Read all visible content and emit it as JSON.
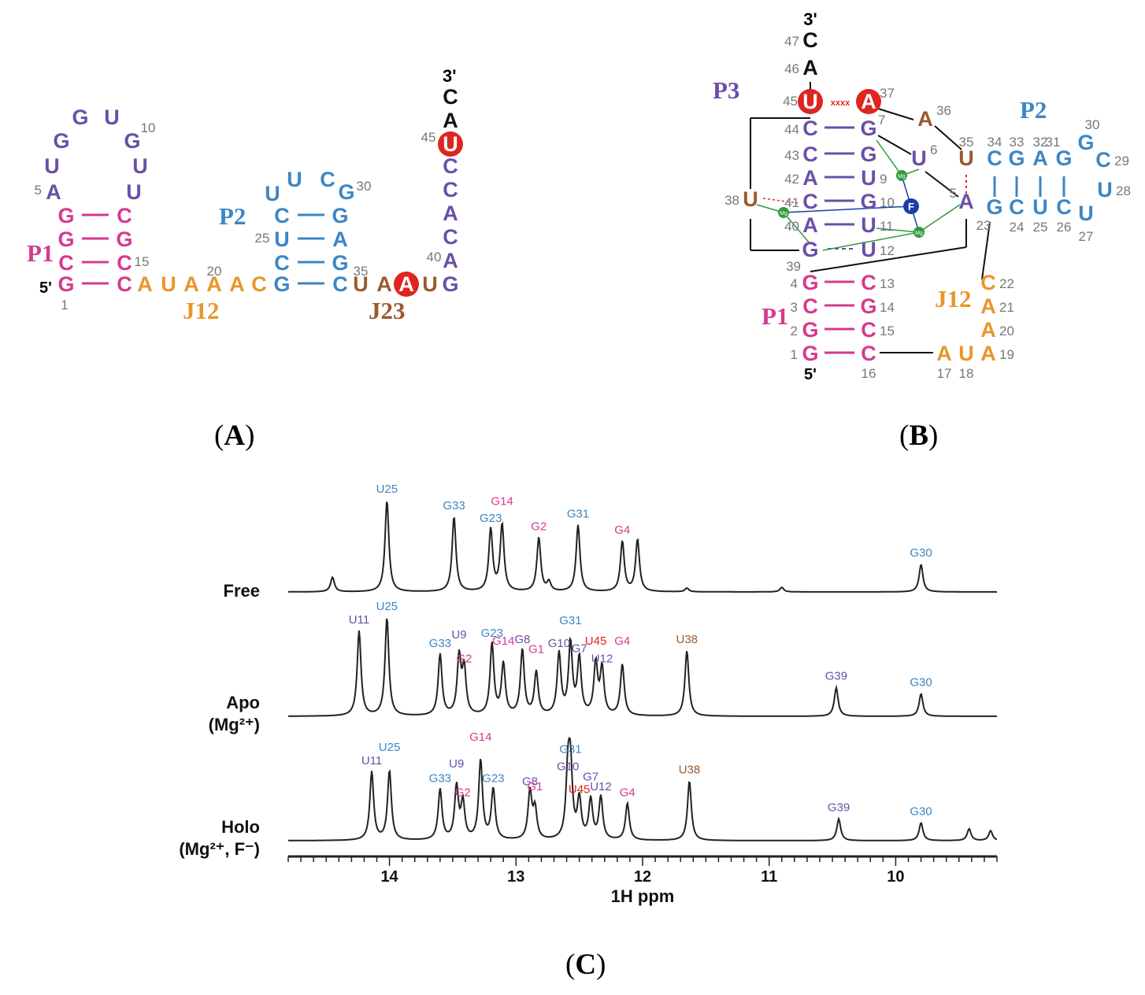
{
  "colors": {
    "p1": "#d6398e",
    "p3": "#6a4fa8",
    "p2": "#3c86c4",
    "j12": "#e8962a",
    "j23": "#9a5a2e",
    "black": "#111111",
    "red": "#e0241f",
    "grey": "#777777",
    "mg": "#2f9a3e",
    "fluoride": "#1a3fa8"
  },
  "panel_labels": {
    "a": "A",
    "b": "B",
    "c": "C"
  },
  "panel_a": {
    "helix_labels": {
      "p1": "P1",
      "p2": "P2",
      "j12": "J12",
      "j23": "J23"
    },
    "end_labels": {
      "five": "5'",
      "three": "3'"
    },
    "nucleotides": [
      {
        "t": "G",
        "c": "p1"
      },
      {
        "t": "C",
        "c": "p1"
      },
      {
        "t": "G",
        "c": "p1"
      },
      {
        "t": "G",
        "c": "p1"
      },
      {
        "t": "A",
        "c": "p3"
      },
      {
        "t": "U",
        "c": "p3"
      },
      {
        "t": "G",
        "c": "p3"
      },
      {
        "t": "G",
        "c": "p3"
      },
      {
        "t": "U",
        "c": "p3"
      },
      {
        "t": "G",
        "c": "p3"
      },
      {
        "t": "U",
        "c": "p3"
      },
      {
        "t": "U",
        "c": "p3"
      },
      {
        "t": "C",
        "c": "p1"
      },
      {
        "t": "G",
        "c": "p1"
      },
      {
        "t": "C",
        "c": "p1"
      },
      {
        "t": "C",
        "c": "p1"
      },
      {
        "t": "A",
        "c": "j12"
      },
      {
        "t": "U",
        "c": "j12"
      },
      {
        "t": "A",
        "c": "j12"
      },
      {
        "t": "A",
        "c": "j12"
      },
      {
        "t": "A",
        "c": "j12"
      },
      {
        "t": "C",
        "c": "j12"
      },
      {
        "t": "G",
        "c": "p2"
      },
      {
        "t": "C",
        "c": "p2"
      },
      {
        "t": "U",
        "c": "p2"
      },
      {
        "t": "C",
        "c": "p2"
      },
      {
        "t": "U",
        "c": "p2"
      },
      {
        "t": "U",
        "c": "p2"
      },
      {
        "t": "C",
        "c": "p2"
      },
      {
        "t": "G",
        "c": "p2"
      },
      {
        "t": "G",
        "c": "p2"
      },
      {
        "t": "A",
        "c": "p2"
      },
      {
        "t": "G",
        "c": "p2"
      },
      {
        "t": "C",
        "c": "p2"
      },
      {
        "t": "U",
        "c": "j23"
      },
      {
        "t": "A",
        "c": "j23"
      },
      {
        "t": "A",
        "c": "circle"
      },
      {
        "t": "U",
        "c": "j23"
      },
      {
        "t": "G",
        "c": "p3"
      },
      {
        "t": "A",
        "c": "p3"
      },
      {
        "t": "C",
        "c": "p3"
      },
      {
        "t": "A",
        "c": "p3"
      },
      {
        "t": "C",
        "c": "p3"
      },
      {
        "t": "C",
        "c": "p3"
      },
      {
        "t": "U",
        "c": "circle"
      },
      {
        "t": "A",
        "c": "black"
      },
      {
        "t": "C",
        "c": "black"
      }
    ],
    "numbers": [
      "1",
      "5",
      "10",
      "15",
      "20",
      "25",
      "30",
      "35",
      "40",
      "45"
    ]
  },
  "panel_b": {
    "helix_labels": {
      "p1": "P1",
      "p2": "P2",
      "p3": "P3",
      "j12": "J12"
    },
    "end_labels": {
      "five": "5'",
      "three": "3'"
    },
    "fluoride_label": "F",
    "mg_label": "Mg",
    "nucleotides": [
      {
        "t": "G",
        "c": "p1",
        "n": "1"
      },
      {
        "t": "G",
        "c": "p1",
        "n": "2"
      },
      {
        "t": "C",
        "c": "p1",
        "n": "3"
      },
      {
        "t": "G",
        "c": "p1",
        "n": "4"
      },
      {
        "t": "A",
        "c": "p3",
        "n": "5"
      },
      {
        "t": "U",
        "c": "p3",
        "n": "6"
      },
      {
        "t": "G",
        "c": "p3",
        "n": "7"
      },
      {
        "t": "G",
        "c": "p3",
        "n": ""
      },
      {
        "t": "U",
        "c": "p3",
        "n": "9"
      },
      {
        "t": "G",
        "c": "p3",
        "n": "10"
      },
      {
        "t": "U",
        "c": "p3",
        "n": "11"
      },
      {
        "t": "U",
        "c": "p3",
        "n": "12"
      },
      {
        "t": "C",
        "c": "p1",
        "n": "13"
      },
      {
        "t": "G",
        "c": "p1",
        "n": "14"
      },
      {
        "t": "C",
        "c": "p1",
        "n": "15"
      },
      {
        "t": "C",
        "c": "p1",
        "n": "16"
      },
      {
        "t": "A",
        "c": "j12",
        "n": "17"
      },
      {
        "t": "U",
        "c": "j12",
        "n": "18"
      },
      {
        "t": "A",
        "c": "j12",
        "n": "19"
      },
      {
        "t": "A",
        "c": "j12",
        "n": "20"
      },
      {
        "t": "A",
        "c": "j12",
        "n": "21"
      },
      {
        "t": "C",
        "c": "j12",
        "n": "22"
      },
      {
        "t": "G",
        "c": "p2",
        "n": "23"
      },
      {
        "t": "C",
        "c": "p2",
        "n": "24"
      },
      {
        "t": "U",
        "c": "p2",
        "n": "25"
      },
      {
        "t": "C",
        "c": "p2",
        "n": "26"
      },
      {
        "t": "U",
        "c": "p2",
        "n": "27"
      },
      {
        "t": "U",
        "c": "p2",
        "n": "28"
      },
      {
        "t": "C",
        "c": "p2",
        "n": "29"
      },
      {
        "t": "G",
        "c": "p2",
        "n": "30"
      },
      {
        "t": "G",
        "c": "p2",
        "n": "31"
      },
      {
        "t": "A",
        "c": "p2",
        "n": "32"
      },
      {
        "t": "G",
        "c": "p2",
        "n": "33"
      },
      {
        "t": "C",
        "c": "p2",
        "n": "34"
      },
      {
        "t": "U",
        "c": "j23",
        "n": "35"
      },
      {
        "t": "A",
        "c": "j23",
        "n": "36"
      },
      {
        "t": "A",
        "c": "circle",
        "n": "37"
      },
      {
        "t": "U",
        "c": "j23",
        "n": "38"
      },
      {
        "t": "G",
        "c": "p3",
        "n": "39"
      },
      {
        "t": "A",
        "c": "p3",
        "n": "40"
      },
      {
        "t": "C",
        "c": "p3",
        "n": "41"
      },
      {
        "t": "A",
        "c": "p3",
        "n": "42"
      },
      {
        "t": "C",
        "c": "p3",
        "n": "43"
      },
      {
        "t": "C",
        "c": "p3",
        "n": "44"
      },
      {
        "t": "U",
        "c": "circle",
        "n": "45"
      },
      {
        "t": "A",
        "c": "black",
        "n": "46"
      },
      {
        "t": "C",
        "c": "black",
        "n": "47"
      }
    ]
  },
  "chart_data": {
    "type": "line",
    "xlabel": "1H ppm",
    "xlim": [
      14.8,
      9.2
    ],
    "x_reversed": true,
    "x_ticks": [
      14,
      13,
      12,
      11,
      10
    ],
    "tick_labels": [
      "14",
      "13",
      "12",
      "11",
      "10"
    ],
    "series": [
      {
        "name": "Free",
        "peaks": [
          {
            "ppm": 14.45,
            "h": 0.16,
            "label": ""
          },
          {
            "ppm": 14.02,
            "h": 1.0,
            "label": "U25",
            "c": "p2"
          },
          {
            "ppm": 13.49,
            "h": 0.82,
            "label": "G33",
            "c": "p2"
          },
          {
            "ppm": 13.2,
            "h": 0.68,
            "label": "G23",
            "c": "p2"
          },
          {
            "ppm": 13.11,
            "h": 0.73,
            "label": "G14",
            "c": "p1"
          },
          {
            "ppm": 12.82,
            "h": 0.59,
            "label": "G2",
            "c": "p1"
          },
          {
            "ppm": 12.74,
            "h": 0.1,
            "label": ""
          },
          {
            "ppm": 12.51,
            "h": 0.73,
            "label": "G31",
            "c": "p2"
          },
          {
            "ppm": 12.16,
            "h": 0.55,
            "label": "G4",
            "c": "p1"
          },
          {
            "ppm": 12.04,
            "h": 0.57,
            "label": ""
          },
          {
            "ppm": 11.65,
            "h": 0.04,
            "label": ""
          },
          {
            "ppm": 10.9,
            "h": 0.05,
            "label": ""
          },
          {
            "ppm": 9.8,
            "h": 0.3,
            "label": "G30",
            "c": "p2"
          }
        ]
      },
      {
        "name": "Apo",
        "name2": "(Mg²⁺)",
        "peaks": [
          {
            "ppm": 14.24,
            "h": 0.83,
            "label": "U11",
            "c": "p3"
          },
          {
            "ppm": 14.02,
            "h": 0.96,
            "label": "U25",
            "c": "p2"
          },
          {
            "ppm": 13.6,
            "h": 0.6,
            "label": "G33",
            "c": "p2"
          },
          {
            "ppm": 13.45,
            "h": 0.56,
            "label": "U9",
            "c": "p3"
          },
          {
            "ppm": 13.41,
            "h": 0.45,
            "label": "G2",
            "c": "p1"
          },
          {
            "ppm": 13.19,
            "h": 0.7,
            "label": "G23",
            "c": "p2"
          },
          {
            "ppm": 13.1,
            "h": 0.5,
            "label": "G14",
            "c": "p1"
          },
          {
            "ppm": 12.95,
            "h": 0.64,
            "label": "G8",
            "c": "p3"
          },
          {
            "ppm": 12.84,
            "h": 0.42,
            "label": "G1",
            "c": "p1"
          },
          {
            "ppm": 12.66,
            "h": 0.6,
            "label": "G10",
            "c": "p3"
          },
          {
            "ppm": 12.57,
            "h": 0.7,
            "label": "G31",
            "c": "p2"
          },
          {
            "ppm": 12.5,
            "h": 0.55,
            "label": "G7",
            "c": "p3"
          },
          {
            "ppm": 12.37,
            "h": 0.5,
            "label": "U45",
            "c": "red"
          },
          {
            "ppm": 12.32,
            "h": 0.45,
            "label": "U12",
            "c": "p3"
          },
          {
            "ppm": 12.16,
            "h": 0.5,
            "label": "G4",
            "c": "p1"
          },
          {
            "ppm": 11.65,
            "h": 0.64,
            "label": "U38",
            "c": "j23"
          },
          {
            "ppm": 10.47,
            "h": 0.28,
            "label": "G39",
            "c": "p3"
          },
          {
            "ppm": 9.8,
            "h": 0.22,
            "label": "G30",
            "c": "p2"
          }
        ]
      },
      {
        "name": "Holo",
        "name2": "(Mg²⁺, F⁻)",
        "peaks": [
          {
            "ppm": 14.14,
            "h": 0.69,
            "label": "U11",
            "c": "p3"
          },
          {
            "ppm": 14.0,
            "h": 0.7,
            "label": "U25",
            "c": "p2"
          },
          {
            "ppm": 13.6,
            "h": 0.51,
            "label": "G33",
            "c": "p2"
          },
          {
            "ppm": 13.47,
            "h": 0.53,
            "label": "U9",
            "c": "p3"
          },
          {
            "ppm": 13.42,
            "h": 0.37,
            "label": "G2",
            "c": "p1"
          },
          {
            "ppm": 13.28,
            "h": 0.8,
            "label": "G14",
            "c": "p1"
          },
          {
            "ppm": 13.18,
            "h": 0.51,
            "label": "G23",
            "c": "p2"
          },
          {
            "ppm": 12.89,
            "h": 0.48,
            "label": "G8",
            "c": "p3"
          },
          {
            "ppm": 12.85,
            "h": 0.3,
            "label": "G1",
            "c": "p1"
          },
          {
            "ppm": 12.59,
            "h": 0.63,
            "label": "G10",
            "c": "p3"
          },
          {
            "ppm": 12.57,
            "h": 0.68,
            "label": "G31",
            "c": "p2"
          },
          {
            "ppm": 12.5,
            "h": 0.4,
            "label": "U45",
            "c": "red"
          },
          {
            "ppm": 12.41,
            "h": 0.4,
            "label": "G7",
            "c": "p3"
          },
          {
            "ppm": 12.33,
            "h": 0.43,
            "label": "U12",
            "c": "p3"
          },
          {
            "ppm": 12.12,
            "h": 0.37,
            "label": "G4",
            "c": "p1"
          },
          {
            "ppm": 11.63,
            "h": 0.6,
            "label": "U38",
            "c": "j23"
          },
          {
            "ppm": 10.45,
            "h": 0.22,
            "label": "G39",
            "c": "p3"
          },
          {
            "ppm": 9.8,
            "h": 0.18,
            "label": "G30",
            "c": "p2"
          },
          {
            "ppm": 9.42,
            "h": 0.12,
            "label": ""
          },
          {
            "ppm": 9.25,
            "h": 0.1,
            "label": ""
          }
        ]
      }
    ]
  }
}
